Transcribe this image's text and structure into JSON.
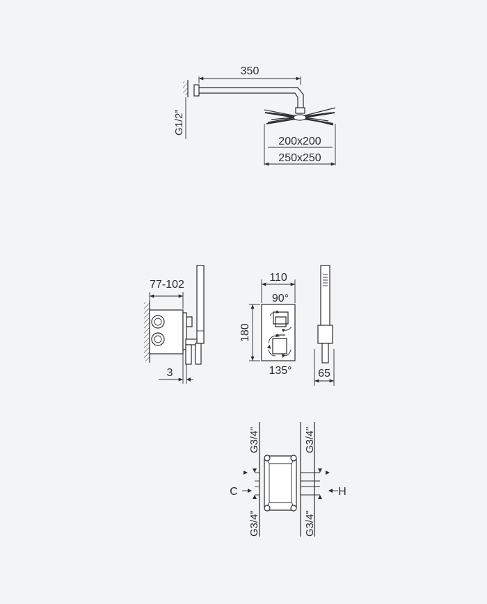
{
  "shower_head": {
    "arm_length": "350",
    "thread": "G1/2”",
    "size_small": "200x200",
    "size_large": "250x250"
  },
  "mixer": {
    "depth": "77-102",
    "gap": "3",
    "width": "110",
    "height": "180",
    "angle_top": "90°",
    "angle_bottom": "135°",
    "projection": "65"
  },
  "body": {
    "thread_top_left": "G3/4\"",
    "thread_top_right": "G3/4\"",
    "thread_bottom_left": "G3/4\"",
    "thread_bottom_right": "G3/4\"",
    "cold": "C",
    "hot": "H"
  }
}
